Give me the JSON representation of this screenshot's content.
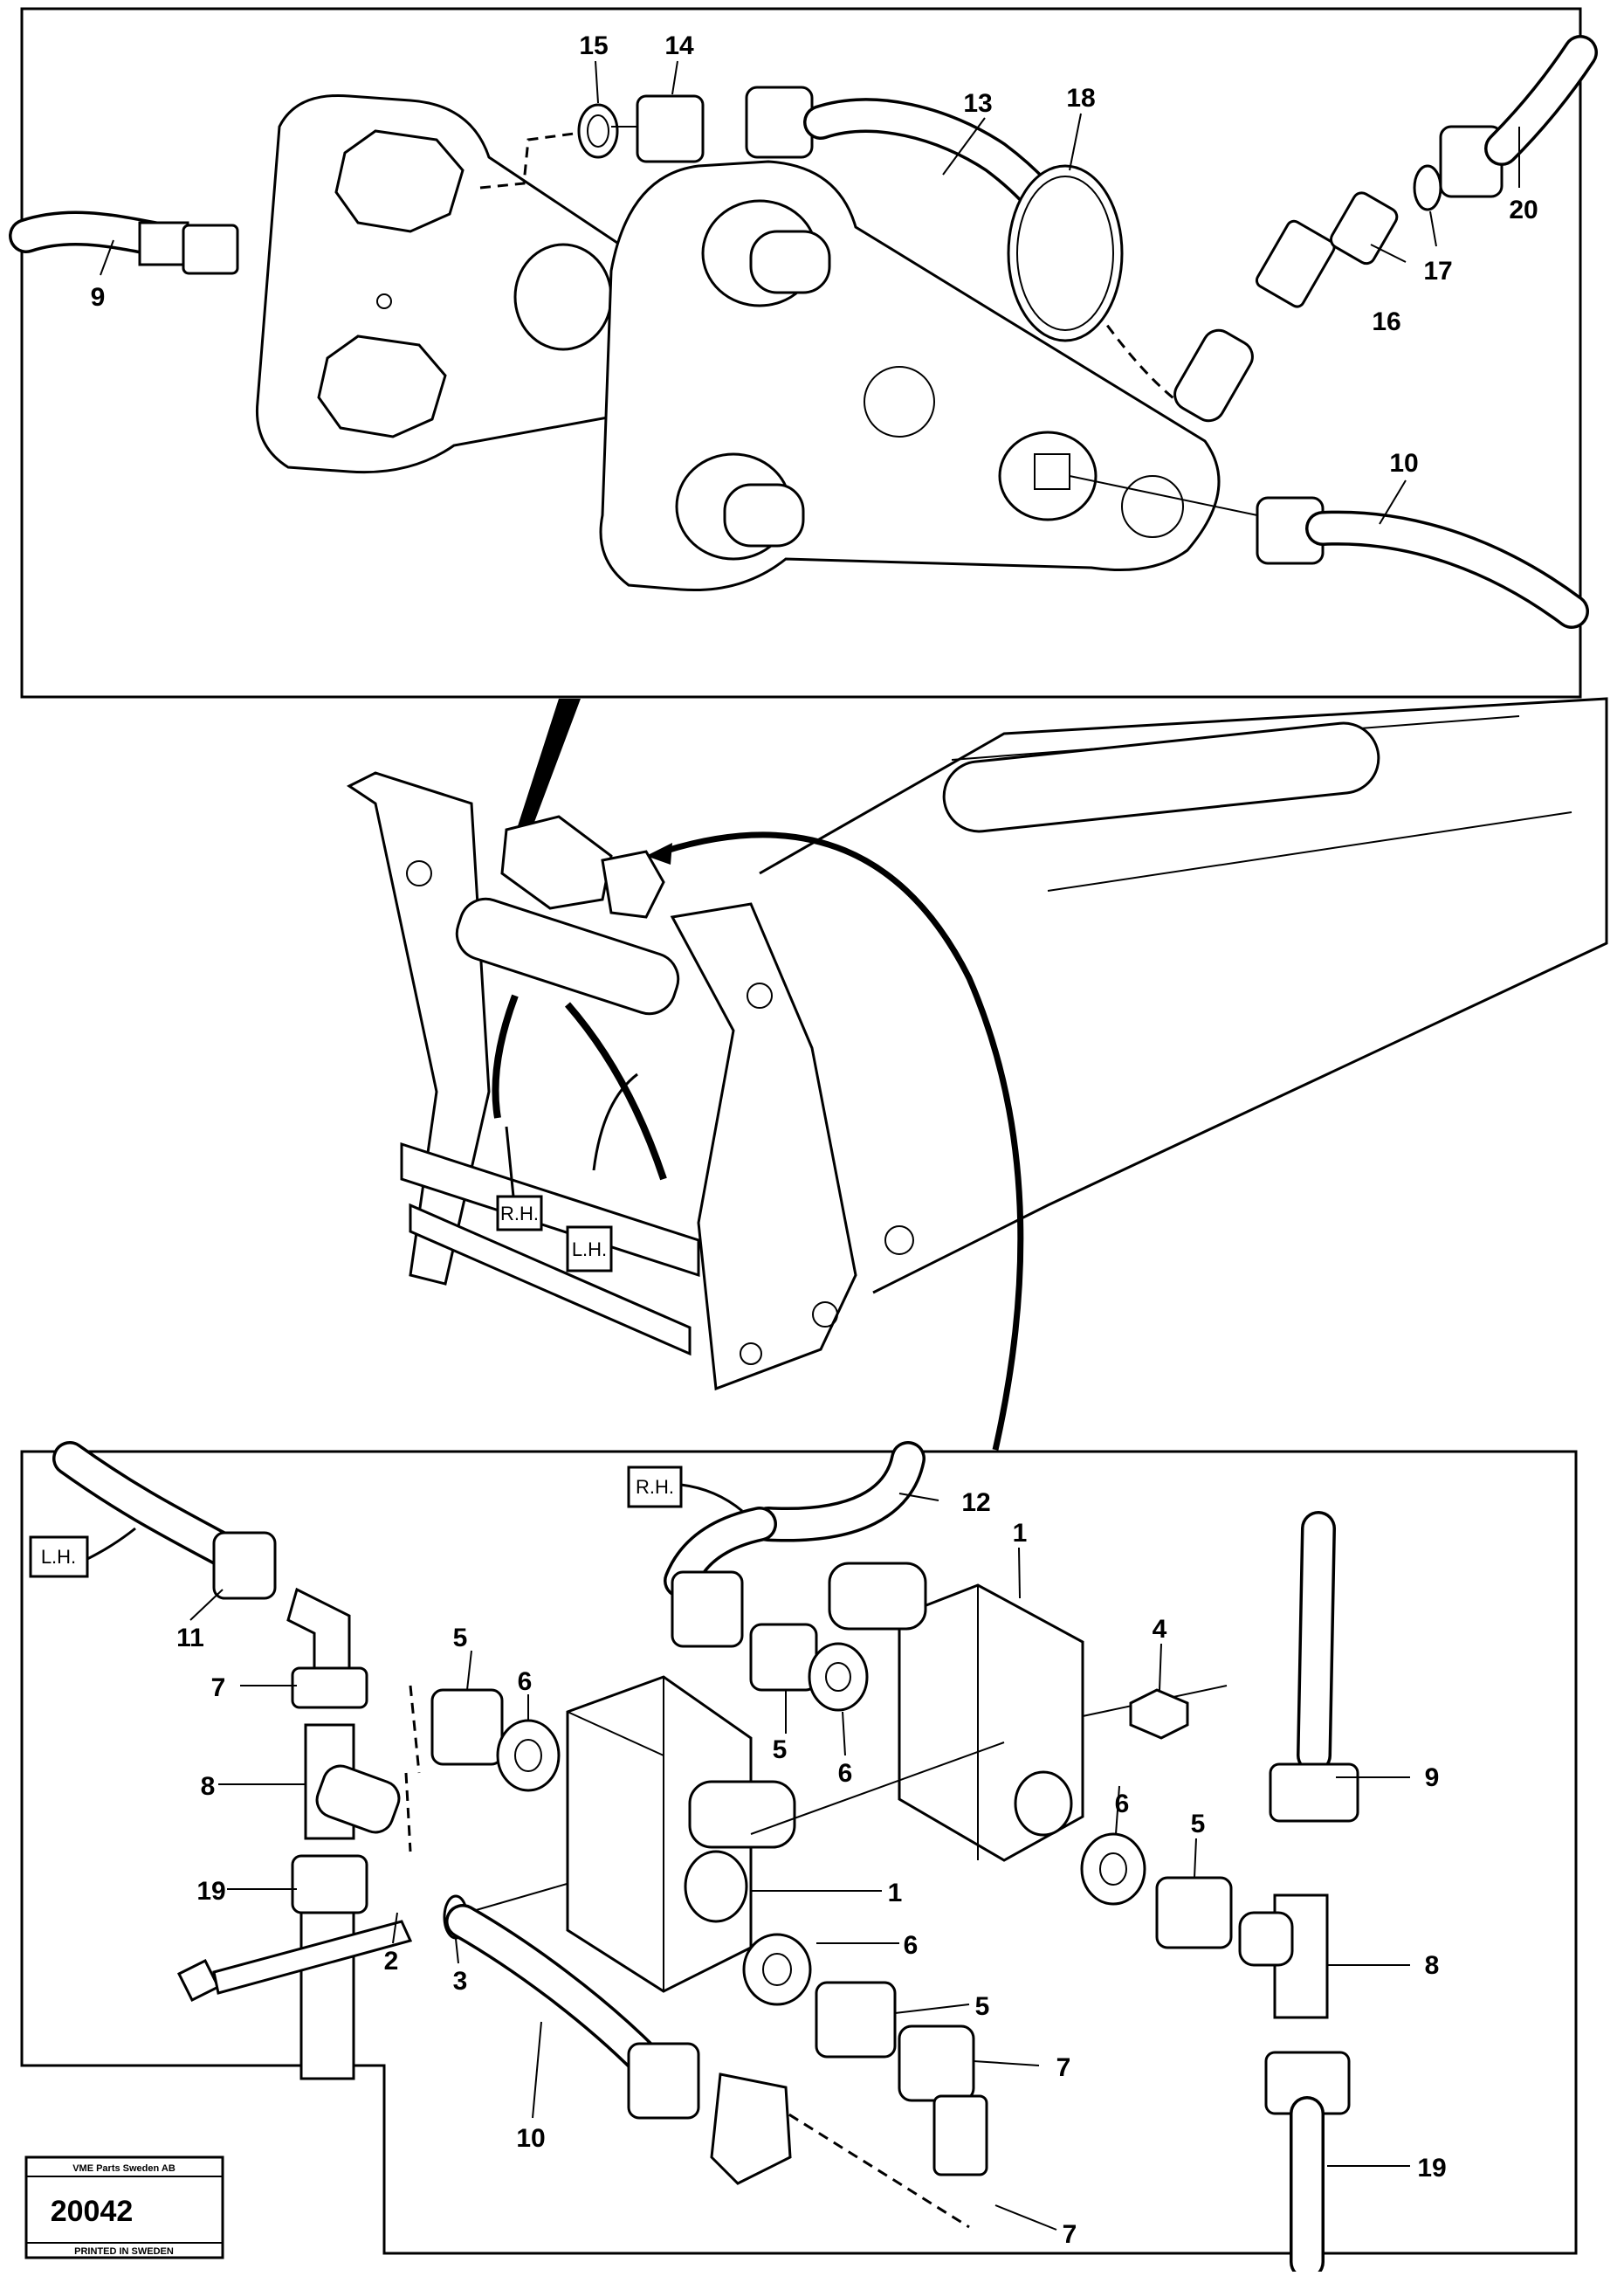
{
  "top_panel": {
    "labels": {
      "p9": "9",
      "p10": "10",
      "p13": "13",
      "p14": "14",
      "p15": "15",
      "p16": "16",
      "p17": "17",
      "p18": "18",
      "p20": "20"
    }
  },
  "middle": {
    "tags": {
      "rh": "R.H.",
      "lh": "L.H."
    }
  },
  "bottom_panel": {
    "tags": {
      "lh": "L.H.",
      "rh": "R.H."
    },
    "labels": {
      "p11": "11",
      "p12": "12",
      "p1a": "1",
      "p1b": "1",
      "p2": "2",
      "p3": "3",
      "p4": "4",
      "p5a": "5",
      "p5b": "5",
      "p5c": "5",
      "p5d": "5",
      "p6a": "6",
      "p6b": "6",
      "p6c": "6",
      "p6d": "6",
      "p7a": "7",
      "p7b": "7",
      "p7c": "7",
      "p8a": "8",
      "p8b": "8",
      "p9": "9",
      "p10": "10",
      "p19a": "19",
      "p19b": "19"
    }
  },
  "stamp": {
    "company": "VME Parts Sweden AB",
    "number": "20042",
    "printed": "PRINTED IN SWEDEN"
  }
}
